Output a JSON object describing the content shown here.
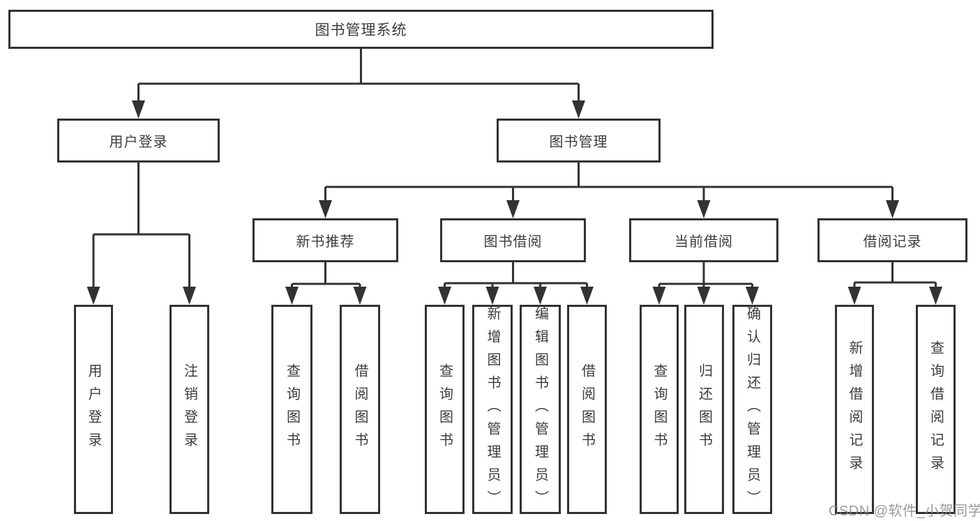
{
  "root": {
    "label": "图书管理系统"
  },
  "branches": [
    {
      "label": "用户登录",
      "children": [
        {
          "label": "用户登录"
        },
        {
          "label": "注销登录"
        }
      ]
    },
    {
      "label": "图书管理",
      "children": [
        {
          "label": "新书推荐",
          "children": [
            {
              "label": "查询图书"
            },
            {
              "label": "借阅图书"
            }
          ]
        },
        {
          "label": "图书借阅",
          "children": [
            {
              "label": "查询图书"
            },
            {
              "label": "新增图书（管理员）"
            },
            {
              "label": "编辑图书（管理员）"
            },
            {
              "label": "借阅图书"
            }
          ]
        },
        {
          "label": "当前借阅",
          "children": [
            {
              "label": "查询图书"
            },
            {
              "label": "归还图书"
            },
            {
              "label": "确认归还（管理员）"
            }
          ]
        },
        {
          "label": "借阅记录",
          "children": [
            {
              "label": "新增借阅记录"
            },
            {
              "label": "查询借阅记录"
            }
          ]
        }
      ]
    }
  ],
  "watermark": {
    "label": "CSDN @软件_小贺同学"
  },
  "colors": {
    "line": "#323232",
    "text": "#3c3c3c",
    "watermark": "#848484"
  }
}
